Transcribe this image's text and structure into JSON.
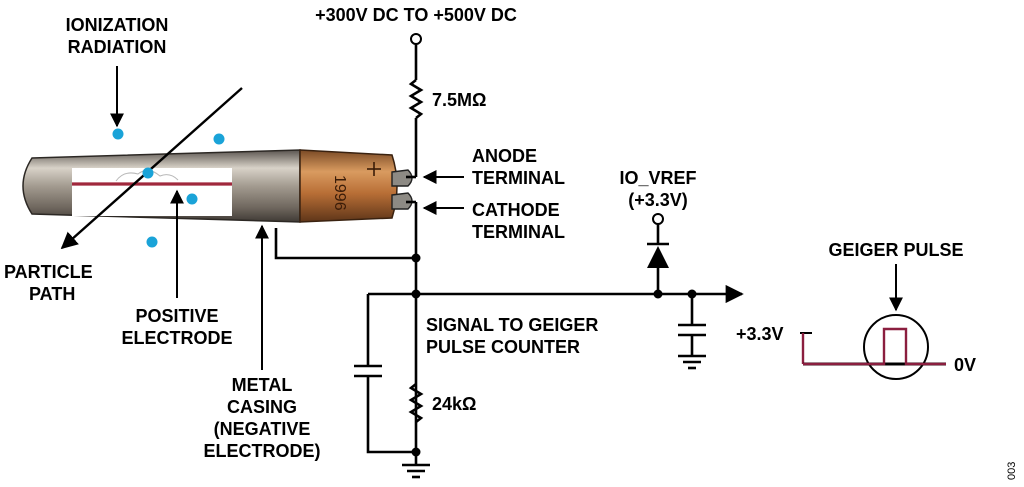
{
  "labels": {
    "supply": "+300V DC TO +500V DC",
    "r_top": "7.5MΩ",
    "anode_1": "ANODE",
    "anode_2": "TERMINAL",
    "cathode_1": "CATHODE",
    "cathode_2": "TERMINAL",
    "ioref_1": "IO_VREF",
    "ioref_2": "(+3.3V)",
    "ion_1": "IONIZATION",
    "ion_2": "RADIATION",
    "particle_1": "PARTICLE",
    "particle_2": "PATH",
    "pos_1": "POSITIVE",
    "pos_2": "ELECTRODE",
    "metal_1": "METAL",
    "metal_2": "CASING",
    "metal_3": "(NEGATIVE",
    "metal_4": "ELECTRODE)",
    "signal_1": "SIGNAL TO GEIGER",
    "signal_2": "PULSE COUNTER",
    "r_bottom": "24kΩ",
    "geiger_pulse": "GEIGER PULSE",
    "v_high": "+3.3V",
    "v_low": "0V",
    "fig_num": "003"
  },
  "colors": {
    "electrode": "#a0283c",
    "particle_dot": "#1aa3d8",
    "pulse": "#8b1e3f",
    "tube_label": "#c87a3c"
  }
}
